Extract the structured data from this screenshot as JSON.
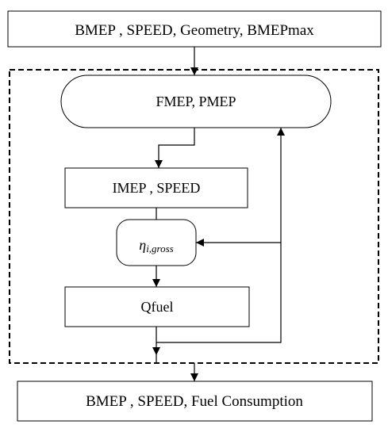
{
  "diagram": {
    "input_label": "BMEP , SPEED, Geometry, BMEPmax",
    "friction_label": "FMEP, PMEP",
    "imep_label": "IMEP , SPEED",
    "efficiency_symbol": "η",
    "efficiency_subscript": "i,gross",
    "fuel_label": "Qfuel",
    "output_label": "BMEP , SPEED, Fuel Consumption"
  },
  "colors": {
    "stroke": "#000000",
    "background": "#ffffff"
  }
}
